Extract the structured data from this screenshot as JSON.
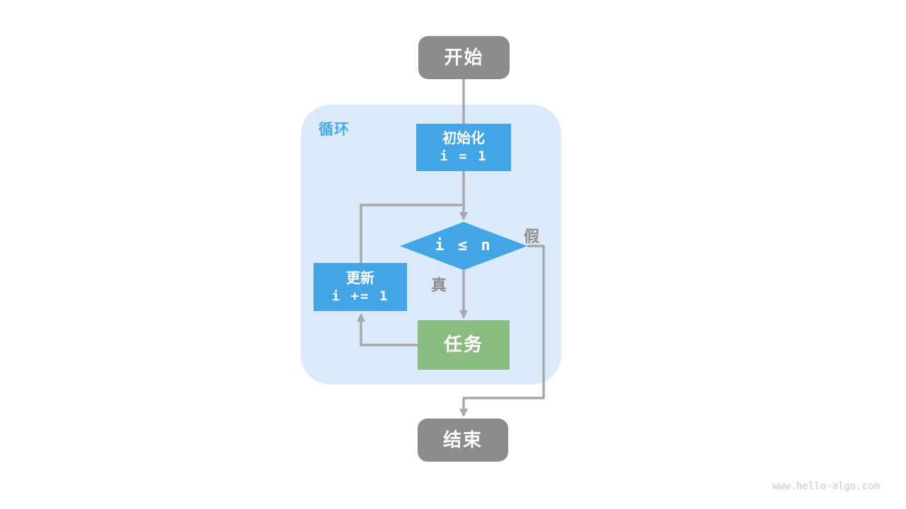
{
  "diagram": {
    "loop_label": "循环",
    "nodes": {
      "start": {
        "label": "开始"
      },
      "init": {
        "line1": "初始化",
        "line2": "i = 1"
      },
      "condition": {
        "label": "i ≤ n"
      },
      "update": {
        "line1": "更新",
        "line2": "i += 1"
      },
      "task": {
        "label": "任务"
      },
      "end": {
        "label": "结束"
      }
    },
    "edges": {
      "true_label": "真",
      "false_label": "假"
    },
    "colors": {
      "node_gray": "#8c8c8c",
      "node_blue": "#42a5e5",
      "node_green": "#8abc80",
      "container_bg": "#dbeafa",
      "loop_label": "#47a8ee",
      "line": "#a8a8a8",
      "edge_label": "#8f8f8f",
      "watermark": "#c9c9c9"
    }
  },
  "watermark": "www.hello-algo.com"
}
